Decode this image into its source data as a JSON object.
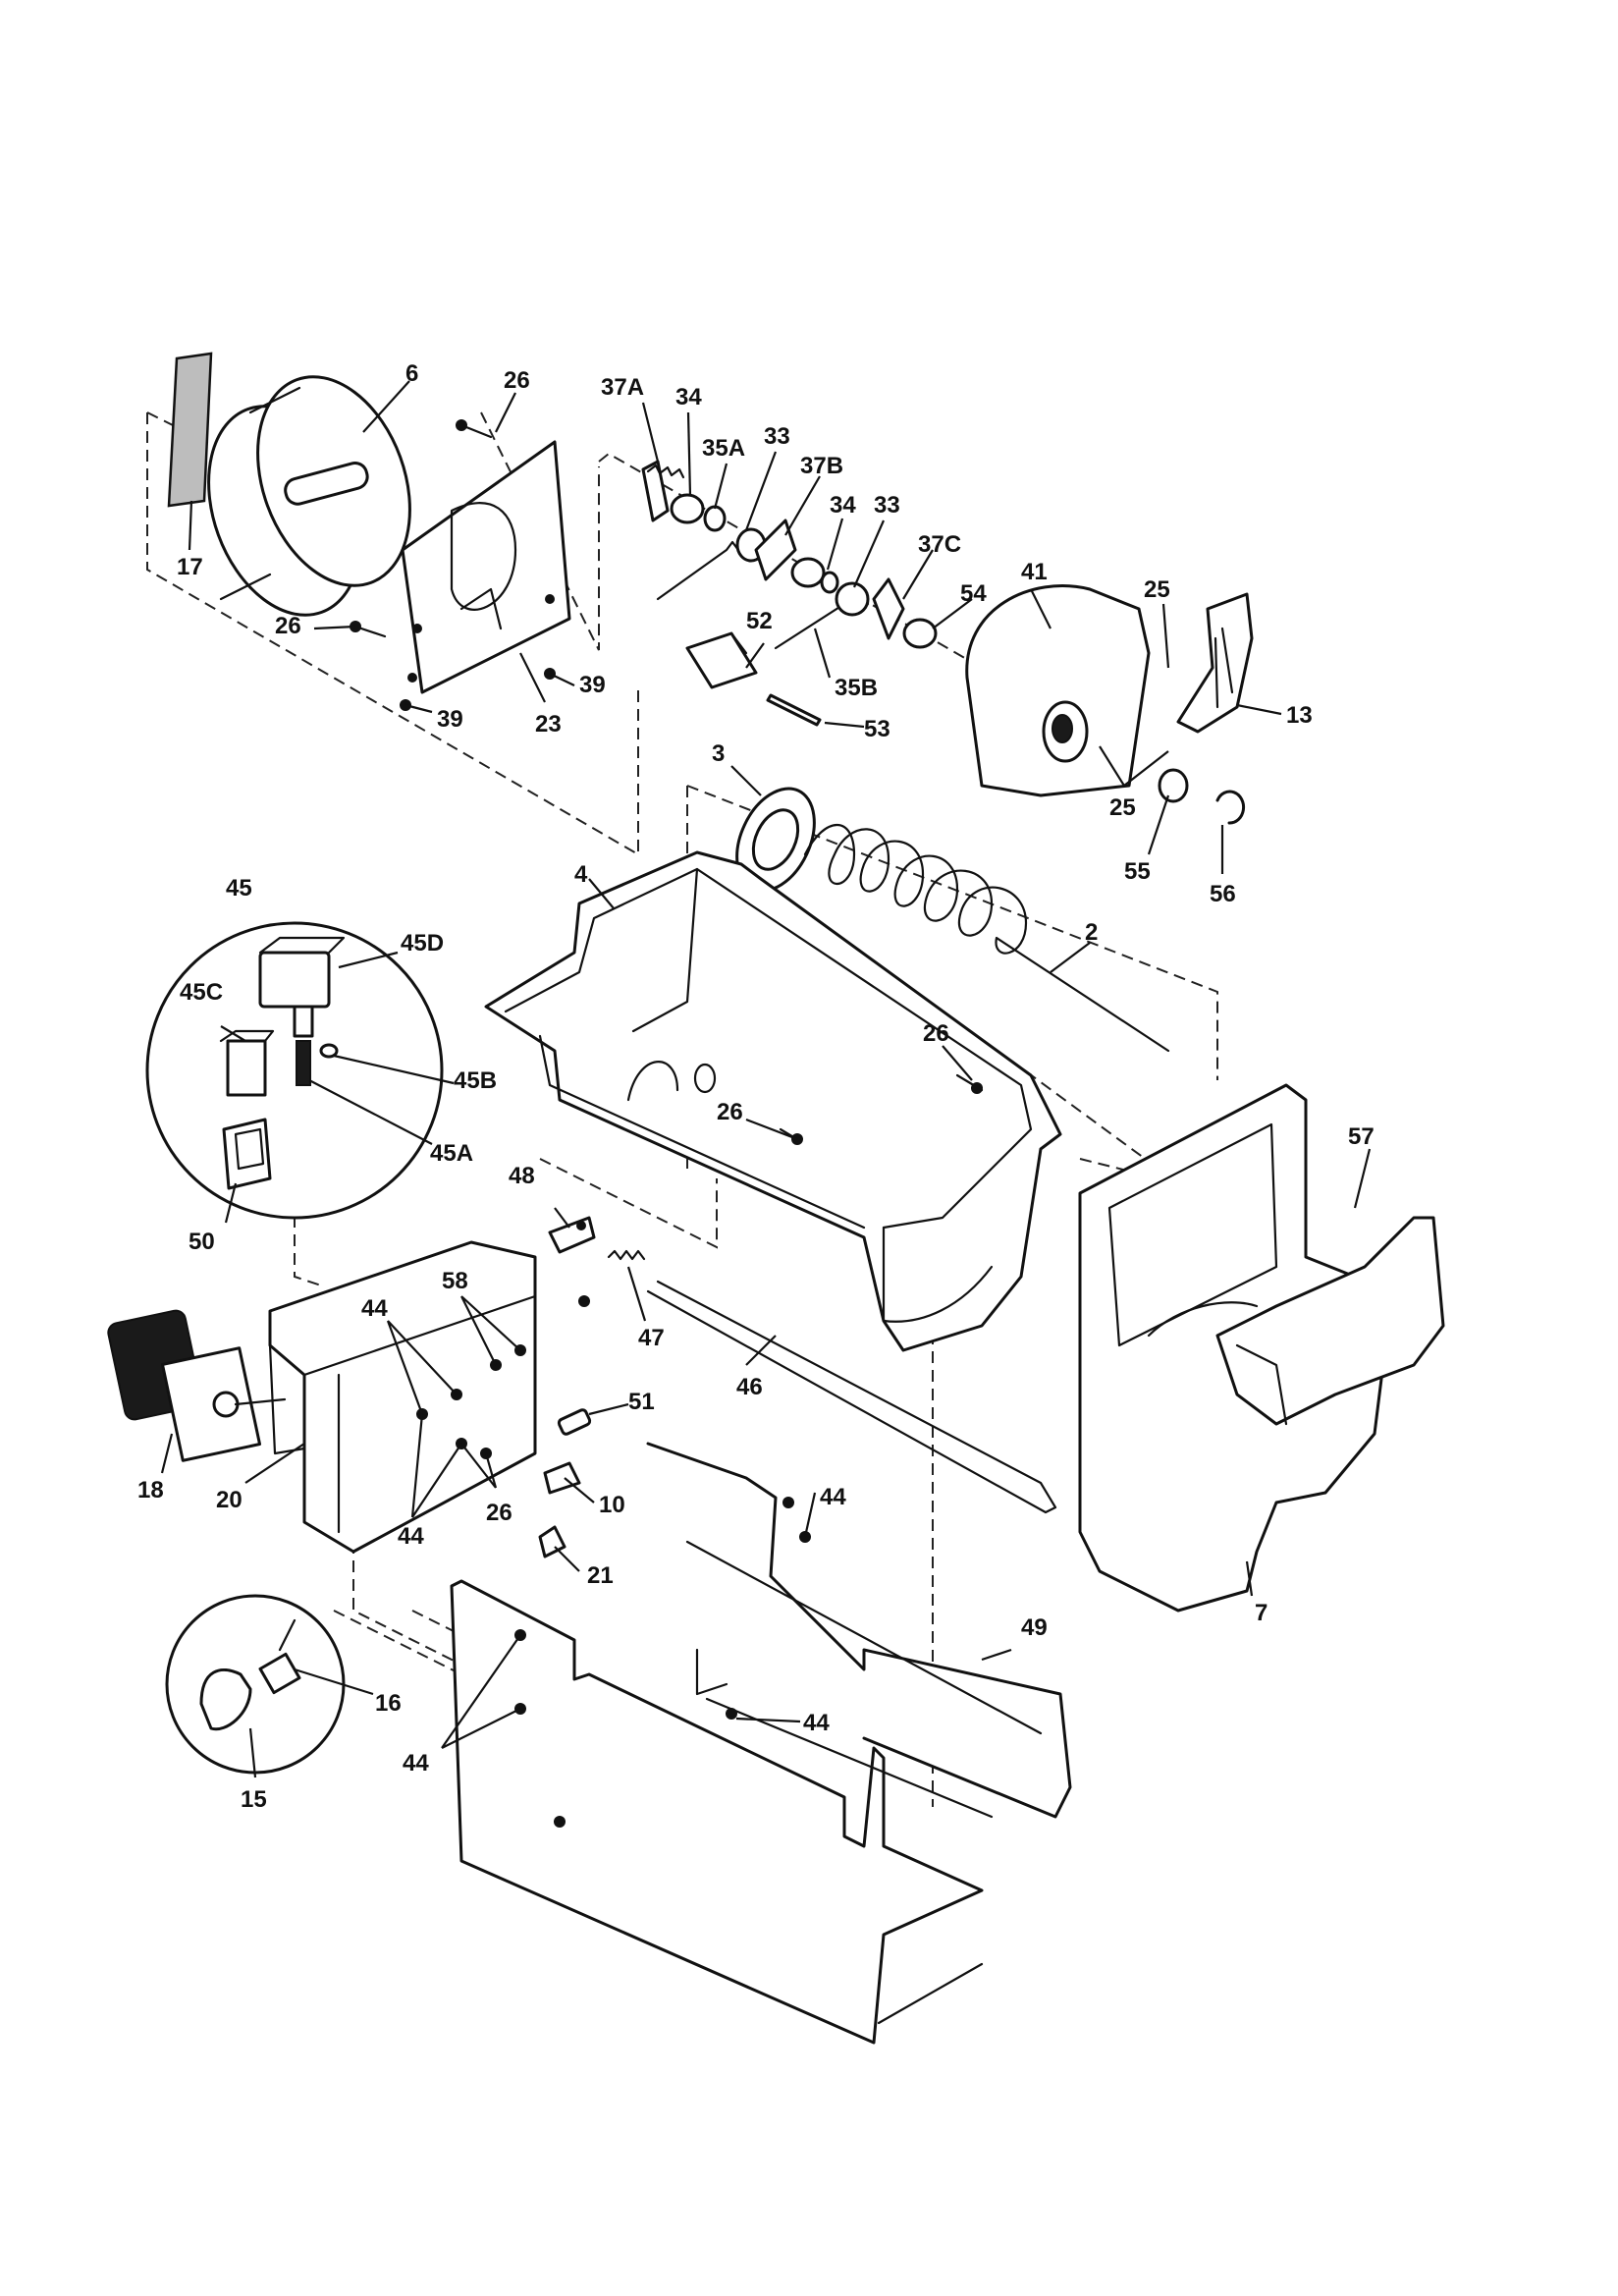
{
  "diagram": {
    "type": "exploded-parts-view",
    "callouts": {
      "c6": "6",
      "c26": "26",
      "c37A": "37A",
      "c34": "34",
      "c35A": "35A",
      "c33": "33",
      "c37B": "37B",
      "c37C": "37C",
      "c41": "41",
      "c25": "25",
      "c54": "54",
      "c52": "52",
      "c53": "53",
      "c35B": "35B",
      "c13": "13",
      "c17": "17",
      "c23": "23",
      "c39": "39",
      "c3": "3",
      "c4": "4",
      "c2": "2",
      "c55": "55",
      "c56": "56",
      "c45": "45",
      "c45D": "45D",
      "c45C": "45C",
      "c45B": "45B",
      "c45A": "45A",
      "c50": "50",
      "c57": "57",
      "c48": "48",
      "c47": "47",
      "c58": "58",
      "c44": "44",
      "c46": "46",
      "c51": "51",
      "c10": "10",
      "c21": "21",
      "c18": "18",
      "c20": "20",
      "c7": "7",
      "c49": "49",
      "c16": "16",
      "c15": "15"
    },
    "labels": [
      {
        "id": "6",
        "text_key": "c6"
      },
      {
        "id": "26-a",
        "text_key": "c26"
      },
      {
        "id": "37A",
        "text_key": "c37A"
      },
      {
        "id": "34-a",
        "text_key": "c34"
      },
      {
        "id": "35A",
        "text_key": "c35A"
      },
      {
        "id": "33-a",
        "text_key": "c33"
      },
      {
        "id": "37B",
        "text_key": "c37B"
      },
      {
        "id": "34-b",
        "text_key": "c34"
      },
      {
        "id": "33-b",
        "text_key": "c33"
      },
      {
        "id": "37C",
        "text_key": "c37C"
      },
      {
        "id": "41",
        "text_key": "c41"
      },
      {
        "id": "25-a",
        "text_key": "c25"
      },
      {
        "id": "54",
        "text_key": "c54"
      },
      {
        "id": "52",
        "text_key": "c52"
      },
      {
        "id": "53",
        "text_key": "c53"
      },
      {
        "id": "35B",
        "text_key": "c35B"
      },
      {
        "id": "13",
        "text_key": "c13"
      },
      {
        "id": "17",
        "text_key": "c17"
      },
      {
        "id": "26-b",
        "text_key": "c26"
      },
      {
        "id": "23",
        "text_key": "c23"
      },
      {
        "id": "39-a",
        "text_key": "c39"
      },
      {
        "id": "39-b",
        "text_key": "c39"
      },
      {
        "id": "3",
        "text_key": "c3"
      },
      {
        "id": "25-b",
        "text_key": "c25"
      },
      {
        "id": "55",
        "text_key": "c55"
      },
      {
        "id": "56",
        "text_key": "c56"
      },
      {
        "id": "4",
        "text_key": "c4"
      },
      {
        "id": "2",
        "text_key": "c2"
      },
      {
        "id": "45",
        "text_key": "c45"
      },
      {
        "id": "45D",
        "text_key": "c45D"
      },
      {
        "id": "45C",
        "text_key": "c45C"
      },
      {
        "id": "45B",
        "text_key": "c45B"
      },
      {
        "id": "45A",
        "text_key": "c45A"
      },
      {
        "id": "50",
        "text_key": "c50"
      },
      {
        "id": "26-c",
        "text_key": "c26"
      },
      {
        "id": "26-d",
        "text_key": "c26"
      },
      {
        "id": "57",
        "text_key": "c57"
      },
      {
        "id": "48",
        "text_key": "c48"
      },
      {
        "id": "47",
        "text_key": "c47"
      },
      {
        "id": "58",
        "text_key": "c58"
      },
      {
        "id": "44-a",
        "text_key": "c44"
      },
      {
        "id": "46",
        "text_key": "c46"
      },
      {
        "id": "51",
        "text_key": "c51"
      },
      {
        "id": "10",
        "text_key": "c10"
      },
      {
        "id": "26-e",
        "text_key": "c26"
      },
      {
        "id": "44-b",
        "text_key": "c44"
      },
      {
        "id": "44-c",
        "text_key": "c44"
      },
      {
        "id": "21",
        "text_key": "c21"
      },
      {
        "id": "18",
        "text_key": "c18"
      },
      {
        "id": "20",
        "text_key": "c20"
      },
      {
        "id": "7",
        "text_key": "c7"
      },
      {
        "id": "49",
        "text_key": "c49"
      },
      {
        "id": "44-d",
        "text_key": "c44"
      },
      {
        "id": "16",
        "text_key": "c16"
      },
      {
        "id": "15",
        "text_key": "c15"
      },
      {
        "id": "44-e",
        "text_key": "c44"
      }
    ]
  }
}
